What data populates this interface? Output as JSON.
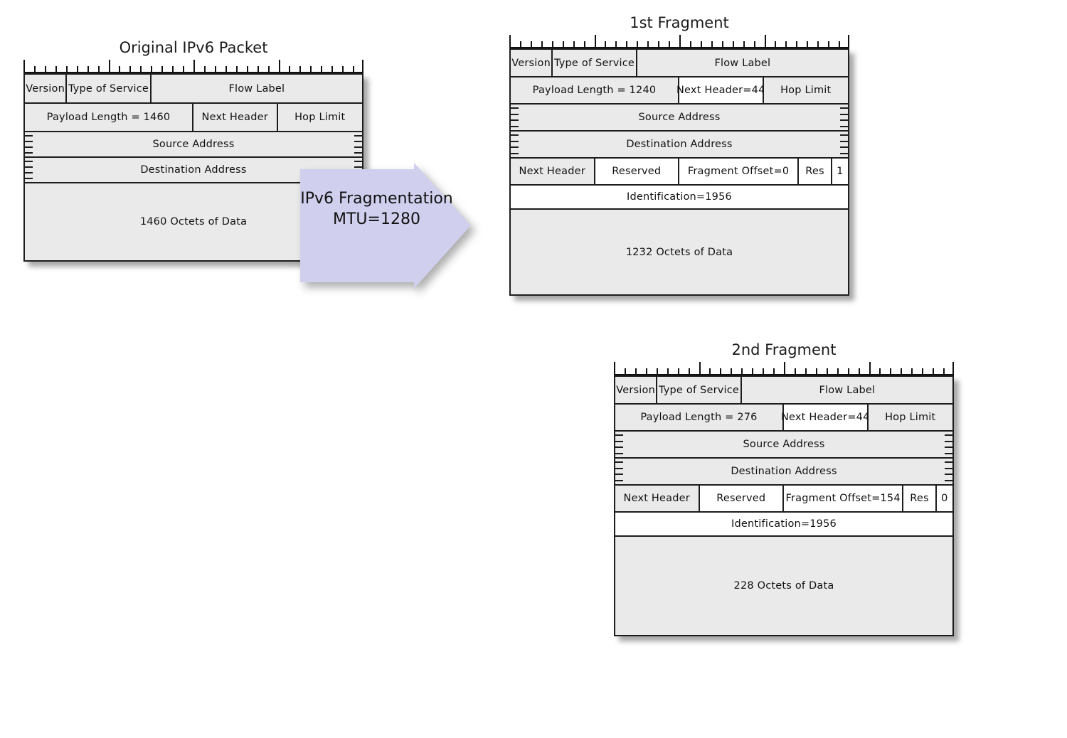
{
  "diagram": {
    "title_hidden": "IPv6 Fragmentation diagram",
    "bit_ruler": {
      "total_bits": 32,
      "major_every": 8
    }
  },
  "arrow": {
    "line1": "IPv6 Fragmentation",
    "line2": "MTU=1280",
    "fill_color": "#d0cfee"
  },
  "original": {
    "title": "Original IPv6 Packet",
    "rows": {
      "version": "Version",
      "tos": "Type of Service",
      "flow_label": "Flow Label",
      "payload_length": "Payload Length = 1460",
      "next_header": "Next Header",
      "hop_limit": "Hop Limit",
      "source_address": "Source Address",
      "destination_address": "Destination Address",
      "data": "1460 Octets of Data"
    }
  },
  "fragment1": {
    "title": "1st Fragment",
    "rows": {
      "version": "Version",
      "tos": "Type of Service",
      "flow_label": "Flow Label",
      "payload_length": "Payload Length = 1240",
      "next_header": "Next Header=44",
      "hop_limit": "Hop Limit",
      "source_address": "Source Address",
      "destination_address": "Destination Address",
      "frag_next_header": "Next Header",
      "frag_reserved": "Reserved",
      "frag_offset": "Fragment Offset=0",
      "frag_res": "Res",
      "frag_m_flag": "1",
      "identification": "Identification=1956",
      "data": "1232 Octets of Data"
    }
  },
  "fragment2": {
    "title": "2nd Fragment",
    "rows": {
      "version": "Version",
      "tos": "Type of Service",
      "flow_label": "Flow Label",
      "payload_length": "Payload Length = 276",
      "next_header": "Next Header=44",
      "hop_limit": "Hop Limit",
      "source_address": "Source Address",
      "destination_address": "Destination Address",
      "frag_next_header": "Next Header",
      "frag_reserved": "Reserved",
      "frag_offset": "Fragment Offset=154",
      "frag_res": "Res",
      "frag_m_flag": "0",
      "identification": "Identification=1956",
      "data": "228 Octets of Data"
    }
  }
}
